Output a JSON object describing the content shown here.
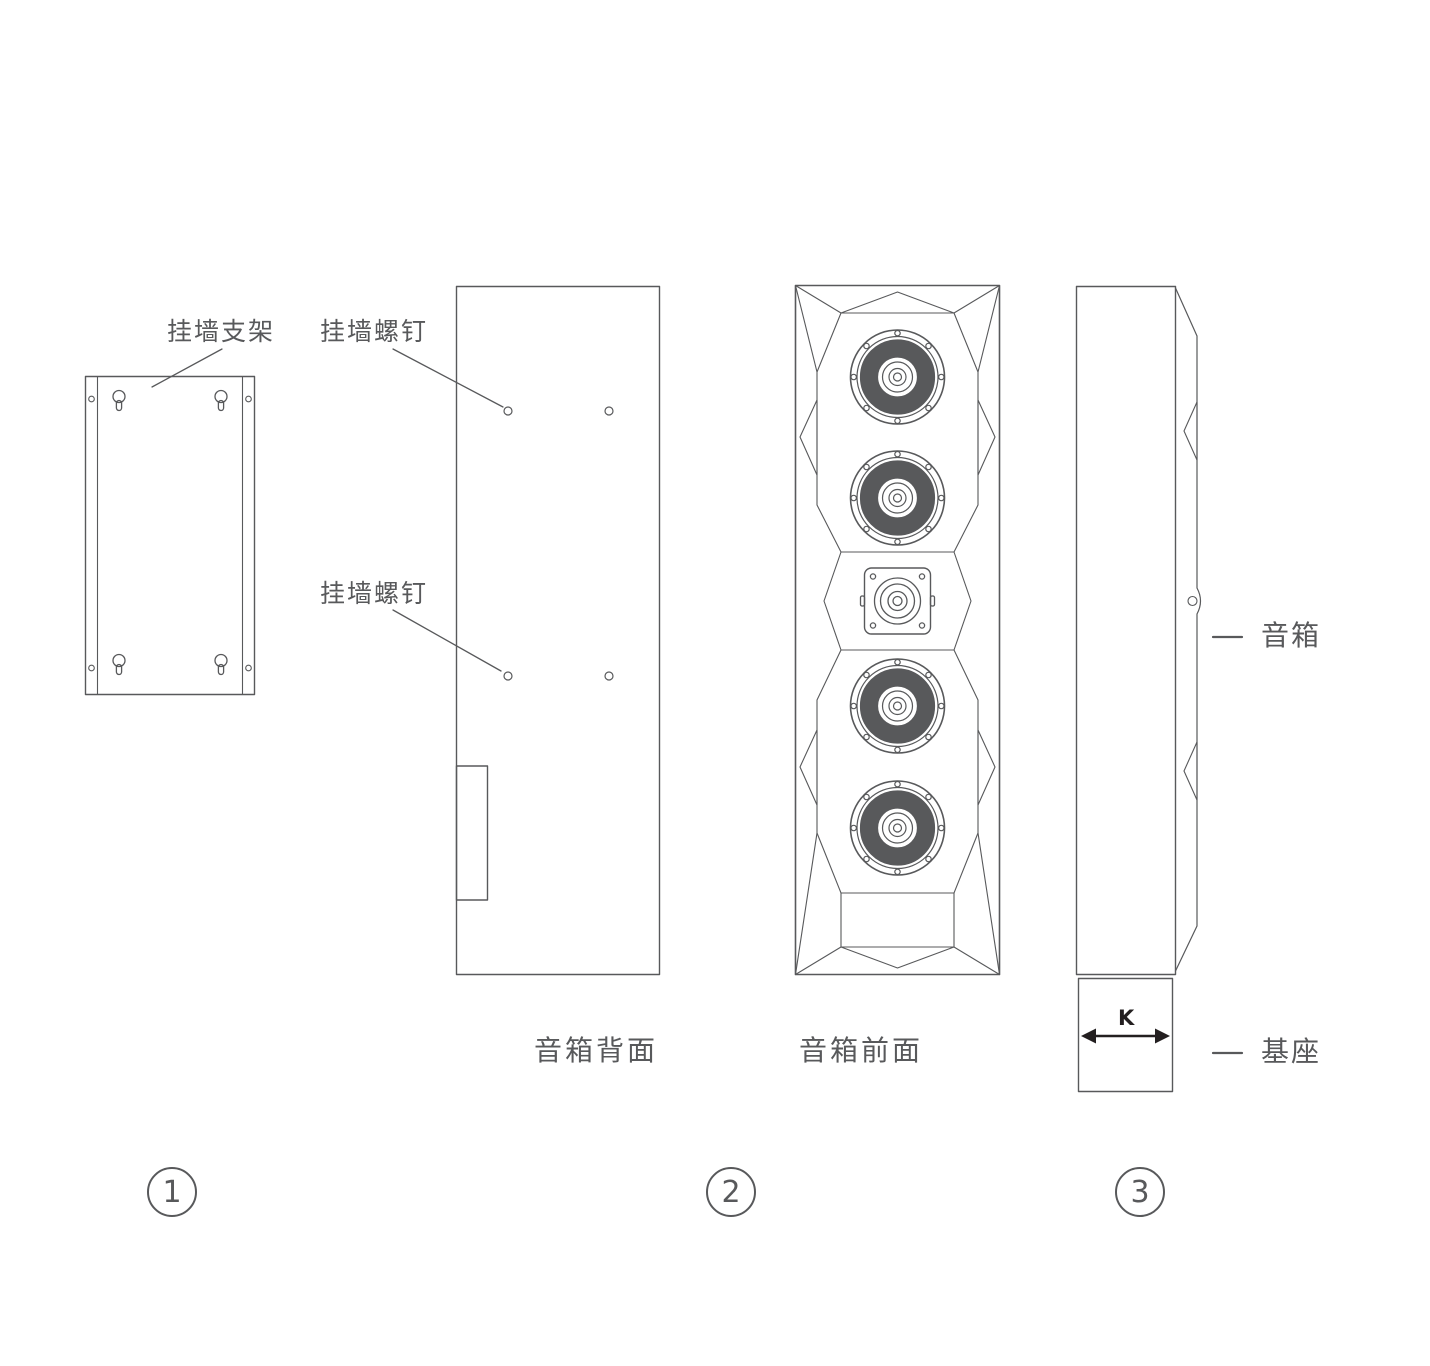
{
  "colors": {
    "line": "#58595b",
    "text": "#58595b",
    "accent_dark": "#231f20",
    "background": "#ffffff"
  },
  "panels": {
    "bracket": {
      "label": "挂墙支架"
    },
    "back": {
      "screw_label_top": "挂墙螺钉",
      "screw_label_bottom": "挂墙螺钉",
      "caption": "音箱背面"
    },
    "front": {
      "caption": "音箱前面"
    },
    "side": {
      "speaker_label": "音箱",
      "base_label": "基座",
      "dimension": "K"
    }
  },
  "steps": [
    {
      "number": "1"
    },
    {
      "number": "2"
    },
    {
      "number": "3"
    }
  ]
}
